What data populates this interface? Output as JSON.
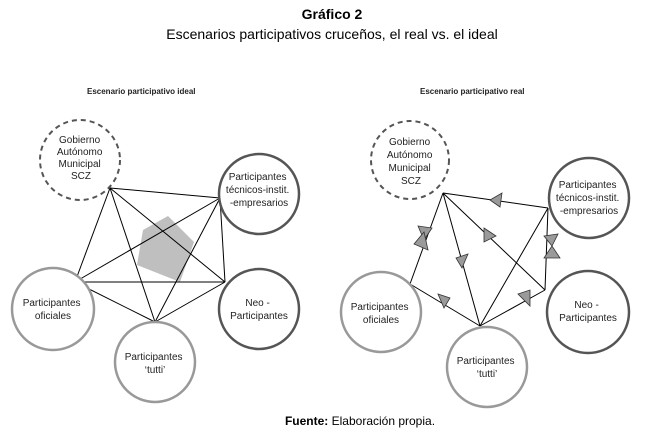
{
  "header": {
    "title": "Gráfico 2",
    "subtitle": "Escenarios participativos  cruceños, el real vs. el ideal"
  },
  "panels": {
    "ideal": {
      "title": "Escenario participativo ideal",
      "nodes": {
        "gobierno": [
          "Gobierno",
          "Autónomo",
          "Municipal",
          "SCZ"
        ],
        "tecnicos": [
          "Participantes",
          "técnicos-instit.",
          "-empresarios"
        ],
        "oficiales": [
          "Participantes",
          "oficiales"
        ],
        "neo": [
          "Neo -",
          "Participantes"
        ],
        "tutti": [
          "Participantes",
          "‘tutti’"
        ]
      }
    },
    "real": {
      "title": "Escenario participativo real",
      "nodes": {
        "gobierno": [
          "Gobierno",
          "Autónomo",
          "Municipal",
          "SCZ"
        ],
        "tecnicos": [
          "Participantes",
          "técnicos-instit.",
          "-empresarios"
        ],
        "oficiales": [
          "Participantes",
          "oficiales"
        ],
        "neo": [
          "Neo -",
          "Participantes"
        ],
        "tutti": [
          "Participantes",
          "‘tutti’"
        ]
      }
    }
  },
  "footer": {
    "source_label": "Fuente:",
    "source_text": " Elaboración propia."
  }
}
